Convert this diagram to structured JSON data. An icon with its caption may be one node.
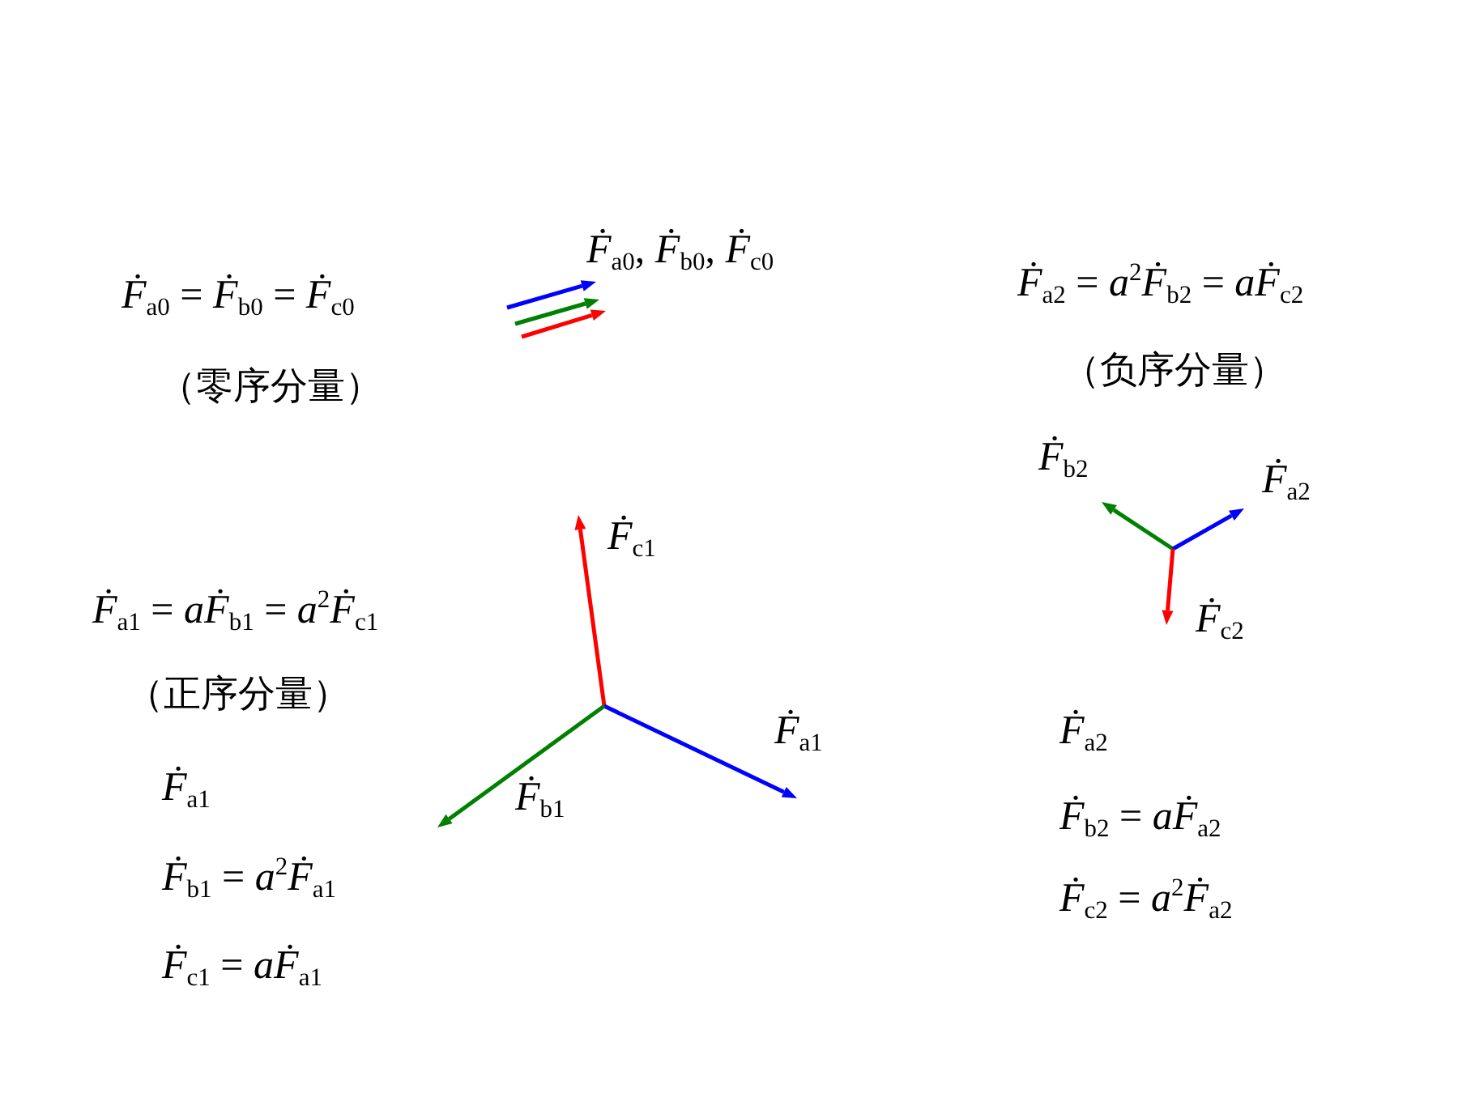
{
  "diagram": {
    "labels": [
      "*Ḟ*$_{a0}$ = *Ḟ*$_{b0}$ = *Ḟ*$_{c0}$",
      "（零序分量）",
      "*Ḟ*$_{a0}$, *Ḟ*$_{b0}$, *Ḟ*$_{c0}$",
      "*Ḟ*$_{a2}$ = *a*$^{2}$*Ḟ*$_{b2}$ = *aḞ*$_{c2}$",
      "（负序分量）",
      "*Ḟ*$_{b2}$",
      "*Ḟ*$_{a2}$",
      "*Ḟ*$_{c1}$",
      "*Ḟ*$_{c2}$",
      "*Ḟ*$_{a1}$ = *aḞ*$_{b1}$ = *a*$^{2}$*Ḟ*$_{c1}$",
      "（正序分量）",
      "*Ḟ*$_{a2}$",
      "*Ḟ*$_{a1}$",
      "*Ḟ*$_{a1}$",
      "*Ḟ*$_{b1}$",
      "*Ḟ*$_{b2}$ = *aḞ*$_{a2}$",
      "*Ḟ*$_{b1}$ = *a*$^{2}$*Ḟ*$_{a1}$",
      "*Ḟ*$_{c2}$ = *a*$^{2}$*Ḟ*$_{a2}$",
      "*Ḟ*$_{c1}$ = *aḞ*$_{a1}$"
    ]
  }
}
